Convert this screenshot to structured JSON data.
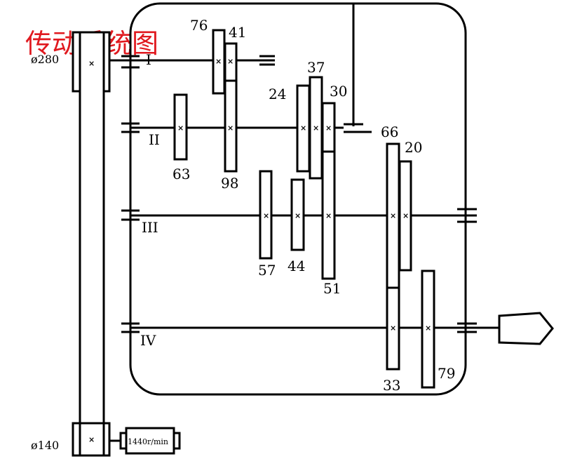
{
  "title": "传动系统图",
  "colors": {
    "title": "#e0191f",
    "line": "#000000",
    "background": "#ffffff"
  },
  "pulleys": {
    "large": "ø280",
    "small": "ø140"
  },
  "motor": {
    "speed": "1440r/min"
  },
  "shafts": [
    "I",
    "II",
    "III",
    "IV"
  ],
  "gears": {
    "g76": "76",
    "g41": "41",
    "g24": "24",
    "g37": "37",
    "g30": "30",
    "g66": "66",
    "g20": "20",
    "g63": "63",
    "g98": "98",
    "g57": "57",
    "g44": "44",
    "g51": "51",
    "g33": "33",
    "g79": "79"
  },
  "key_mark": "×"
}
